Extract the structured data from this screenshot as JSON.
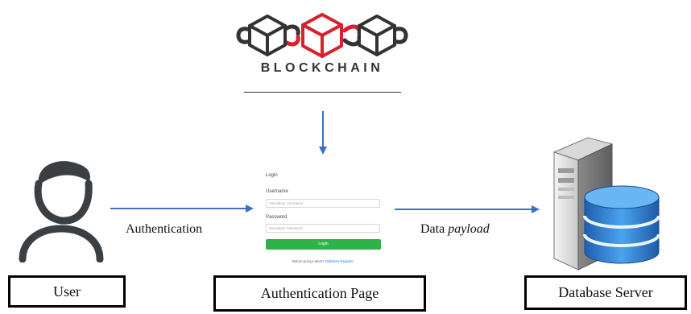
{
  "logo": {
    "text": "BLOCKCHAIN"
  },
  "nodes": {
    "user": {
      "caption": "User"
    },
    "auth_page": {
      "caption": "Authentication Page"
    },
    "db": {
      "caption": "Database Server"
    }
  },
  "edges": {
    "user_to_auth": {
      "label": "Authentication"
    },
    "auth_to_db": {
      "label_prefix": "Data",
      "label_italic": "payload"
    }
  },
  "login_form": {
    "title": "Login",
    "username_label": "Username",
    "username_placeholder": "Masukkan Username",
    "password_label": "Password",
    "password_placeholder": "Masukkan Password",
    "button_label": "Login",
    "footer_text": "Belum punya akun?",
    "footer_link": "Silahkan Register"
  },
  "colors": {
    "arrow": "#3f6fc4",
    "chain_red": "#d9202c",
    "db_blue": "#2f7fd3",
    "button_green": "#2db34a"
  }
}
